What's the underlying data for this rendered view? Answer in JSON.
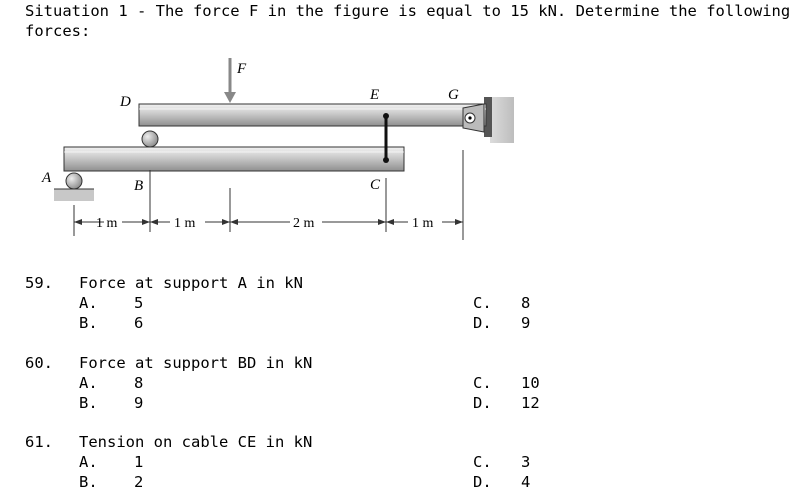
{
  "situation": {
    "line1": "Situation 1 - The force F in the figure is equal to 15 kN. Determine the following",
    "line2": "forces:"
  },
  "figure": {
    "labels": {
      "F": "F",
      "D": "D",
      "E": "E",
      "G": "G",
      "A": "A",
      "B": "B",
      "C": "C"
    },
    "dimensions": [
      "1 m",
      "1 m",
      "2 m",
      "1 m"
    ]
  },
  "questions": [
    {
      "number": "59.",
      "prompt": "Force at support A in kN",
      "choices": [
        {
          "letter": "A.",
          "value": "5"
        },
        {
          "letter": "B.",
          "value": "6"
        },
        {
          "letter": "C.",
          "value": "8"
        },
        {
          "letter": "D.",
          "value": "9"
        }
      ]
    },
    {
      "number": "60.",
      "prompt": "Force at support BD in kN",
      "choices": [
        {
          "letter": "A.",
          "value": "8"
        },
        {
          "letter": "B.",
          "value": "9"
        },
        {
          "letter": "C.",
          "value": "10"
        },
        {
          "letter": "D.",
          "value": "12"
        }
      ]
    },
    {
      "number": "61.",
      "prompt": "Tension on cable CE in kN",
      "choices": [
        {
          "letter": "A.",
          "value": "1"
        },
        {
          "letter": "B.",
          "value": "2"
        },
        {
          "letter": "C.",
          "value": "3"
        },
        {
          "letter": "D.",
          "value": "4"
        }
      ]
    }
  ]
}
